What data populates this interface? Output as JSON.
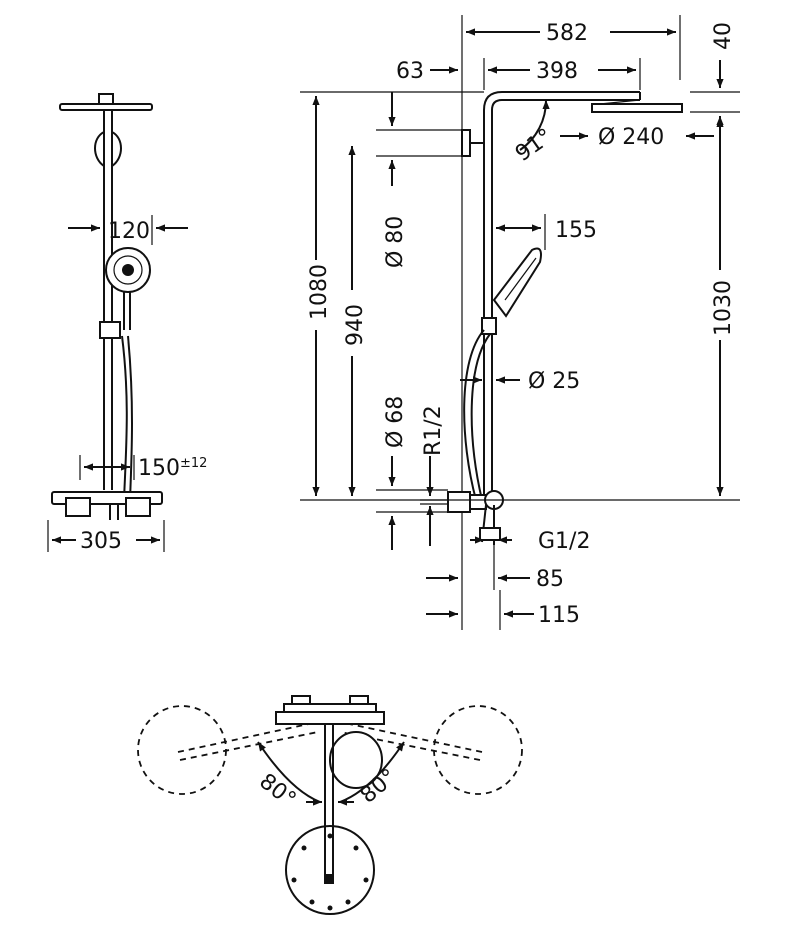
{
  "front_view": {
    "head_width": "120",
    "mixer_height": "150",
    "mixer_height_tolerance": "±12",
    "mixer_width": "305"
  },
  "side_view": {
    "total_depth": "582",
    "head_height_top": "40",
    "offset_wall": "63",
    "arm_length": "398",
    "head_diameter": "Ø 240",
    "arm_angle": "91°",
    "pipe_diameter": "Ø 80",
    "hand_shower_reach": "155",
    "total_height": "1080",
    "rail_height": "940",
    "height_to_head": "1030",
    "riser_diameter": "Ø 25",
    "flange_diameter": "Ø 68",
    "connection_thread": "R1/2",
    "outlet_thread": "G1/2",
    "mixer_depth_min": "85",
    "mixer_depth_max": "115"
  },
  "top_view": {
    "swivel_angle_left": "80°",
    "swivel_angle_right": "80°"
  }
}
